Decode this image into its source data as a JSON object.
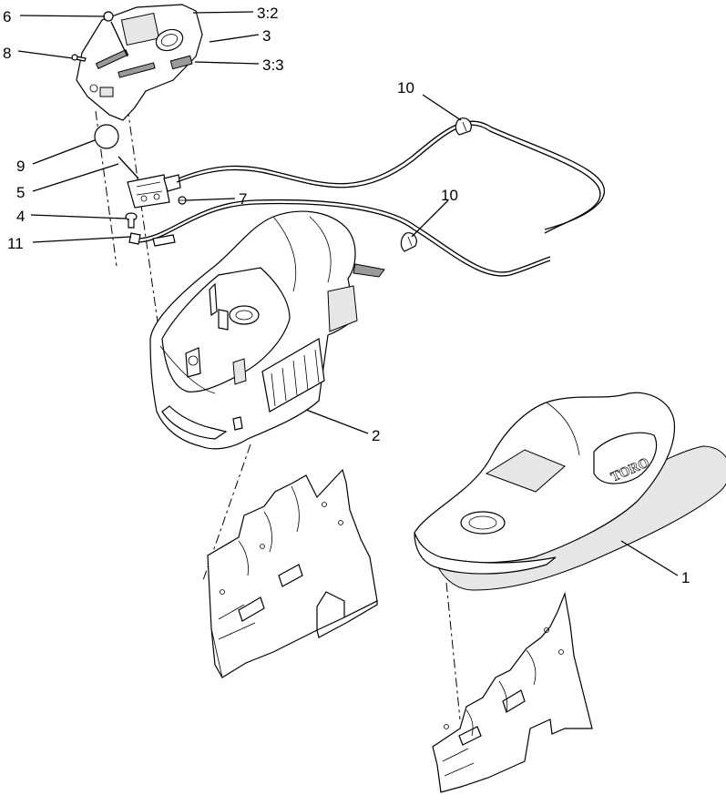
{
  "callouts": {
    "c6": "6",
    "c8": "8",
    "c3_2": "3:2",
    "c3": "3",
    "c3_3": "3:3",
    "c9": "9",
    "c5": "5",
    "c4": "4",
    "c11": "11",
    "c7": "7",
    "c10a": "10",
    "c10b": "10",
    "c2": "2",
    "c1": "1"
  },
  "brand_logo": "TORO"
}
